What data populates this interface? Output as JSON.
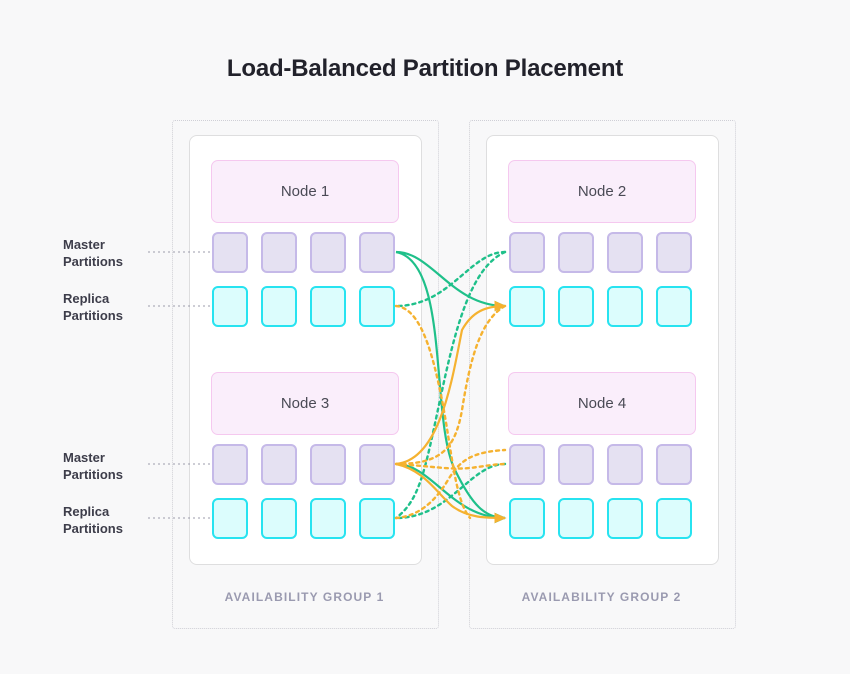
{
  "page": {
    "title": "Load-Balanced Partition Placement",
    "background": "#f8f8f9"
  },
  "colors": {
    "master_fill": "#e5e1f2",
    "master_border": "#c5b9e8",
    "replica_fill": "#dcfdfd",
    "replica_border": "#27e3f0",
    "node_fill": "#faeefb",
    "node_border": "#f5c8ef",
    "card_border": "#dededf",
    "group_border": "#cfcfd6",
    "green_connector": "#1fc08a",
    "orange_connector": "#f5b230",
    "title_text": "#22222b",
    "group_label_text": "#9a9ab0",
    "side_label_text": "#3d3d4a"
  },
  "groups": [
    {
      "id": "availability-group-1",
      "label": "AVAILABILITY GROUP 1",
      "nodes": [
        {
          "id": "node-1",
          "label": "Node 1",
          "master_count": 4,
          "replica_count": 4
        },
        {
          "id": "node-3",
          "label": "Node 3",
          "master_count": 4,
          "replica_count": 4
        }
      ]
    },
    {
      "id": "availability-group-2",
      "label": "AVAILABILITY GROUP 2",
      "nodes": [
        {
          "id": "node-2",
          "label": "Node 2",
          "master_count": 4,
          "replica_count": 4
        },
        {
          "id": "node-4",
          "label": "Node 4",
          "master_count": 4,
          "replica_count": 4
        }
      ]
    }
  ],
  "side_labels": [
    {
      "id": "master-top",
      "line1": "Master",
      "line2": "Partitions"
    },
    {
      "id": "replica-top",
      "line1": "Replica",
      "line2": "Partitions"
    },
    {
      "id": "master-bottom",
      "line1": "Master",
      "line2": "Partitions"
    },
    {
      "id": "replica-bottom",
      "line1": "Replica",
      "line2": "Partitions"
    }
  ],
  "connectors": {
    "description": "Replication links from master partitions to replica partitions across availability groups",
    "legend": [
      {
        "style": "solid-green",
        "color": "#1fc08a",
        "meaning": "replication link"
      },
      {
        "style": "dotted-green",
        "color": "#1fc08a",
        "meaning": "replication link"
      },
      {
        "style": "solid-orange",
        "color": "#f5b230",
        "meaning": "replication link"
      },
      {
        "style": "dotted-orange",
        "color": "#f5b230",
        "meaning": "replication link"
      }
    ]
  }
}
